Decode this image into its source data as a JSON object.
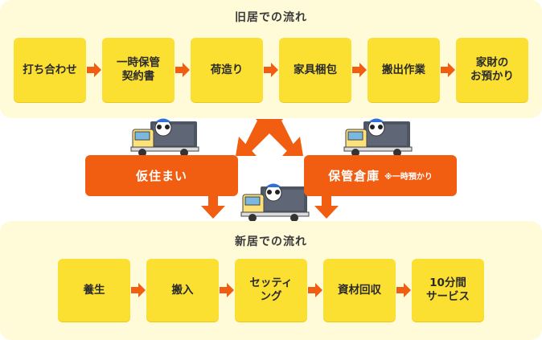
{
  "old_flow": {
    "title": "旧居での流れ",
    "steps": [
      "打ち合わせ",
      "一時保管\n契約書",
      "荷造り",
      "家具梱包",
      "搬出作業",
      "家財の\nお預かり"
    ]
  },
  "destinations": {
    "temp_home": "仮住まい",
    "storage": "保管倉庫",
    "storage_note": "※一時預かり"
  },
  "new_flow": {
    "title": "新居での流れ",
    "steps": [
      "養生",
      "搬入",
      "セッティ\nング",
      "資材回収",
      "10分間\nサービス"
    ]
  },
  "colors": {
    "panel": "#fffbd9",
    "step": "#fbe032",
    "accent": "#f15d11"
  }
}
